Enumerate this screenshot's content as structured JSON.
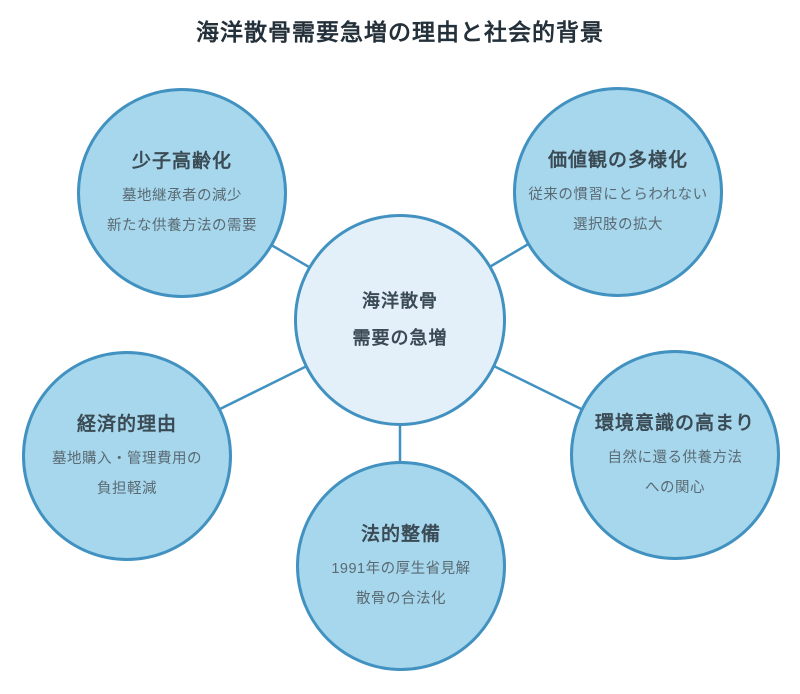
{
  "title": "海洋散骨需要急増の理由と社会的背景",
  "center": {
    "line1": "海洋散骨",
    "line2": "需要の急増"
  },
  "nodes": [
    {
      "id": "declining-birthrate-aging",
      "title": "少子高齢化",
      "line1": "墓地継承者の減少",
      "line2": "新たな供養方法の需要"
    },
    {
      "id": "diversification-of-values",
      "title": "価値観の多様化",
      "line1": "従来の慣習にとらわれない",
      "line2": "選択肢の拡大"
    },
    {
      "id": "economic-reasons",
      "title": "経済的理由",
      "line1": "墓地購入・管理費用の",
      "line2": "負担軽減"
    },
    {
      "id": "environmental-awareness",
      "title": "環境意識の高まり",
      "line1": "自然に還る供養方法",
      "line2": "への関心"
    },
    {
      "id": "legal-framework",
      "title": "法的整備",
      "line1": "1991年の厚生省見解",
      "line2": "散骨の合法化"
    }
  ],
  "colors": {
    "satellite_fill": "#a7d7ec",
    "center_fill": "#e4f0f9",
    "stroke": "#4191c1",
    "title_color": "#24313a",
    "heading_color": "#3b4b55",
    "body_color": "#5a6a73"
  }
}
